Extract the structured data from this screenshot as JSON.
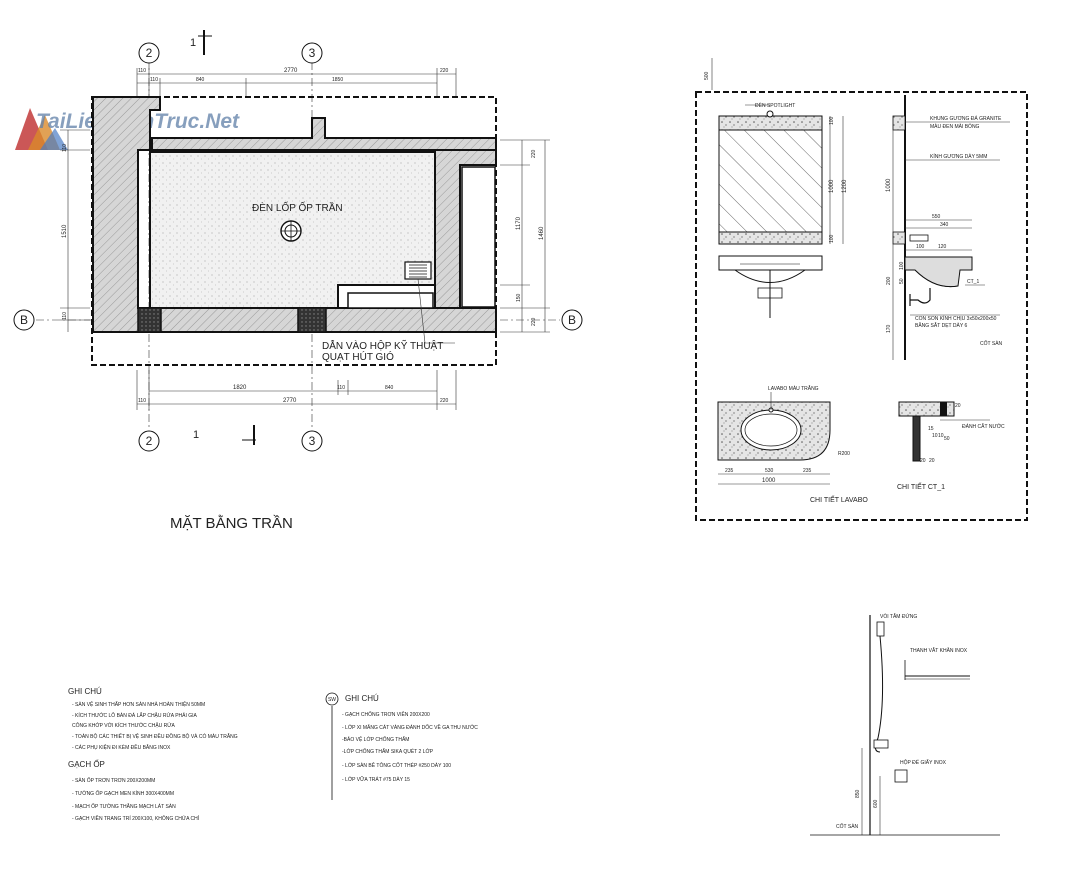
{
  "watermark": {
    "text": "TaiLieuKienTruc.Net"
  },
  "plan": {
    "title": "MẶT BẰNG TRẦN",
    "grid_2": "2",
    "grid_3": "3",
    "grid_b": "B",
    "cut_1": "1",
    "cut_1_bottom": "1",
    "dim_top": [
      "110",
      "2770",
      "220"
    ],
    "dim_top_inner": [
      "110",
      "840",
      "1850"
    ],
    "dim_bottom": [
      "1820",
      "110",
      "840"
    ],
    "dim_bottom_total": [
      "110",
      "2770",
      "220"
    ],
    "dim_left": [
      "110",
      "1510",
      "110"
    ],
    "dim_right": [
      "220",
      "1170",
      "1460",
      "150",
      "220"
    ],
    "label_light": "ĐÈN LỐP ỐP TRẦN",
    "label_duct_1": "DẪN VÀO HỘP KỸ THUẬT",
    "label_duct_2": "QUẠT HÚT GIÓ"
  },
  "detail": {
    "dim_top": "500",
    "label_spot": "ĐÈN SPOTLIGHT",
    "mirror_dims": [
      "1000",
      "1200",
      "100",
      "100"
    ],
    "label_frame_1": "KHUNG GƯƠNG ĐÁ GRANITE",
    "label_frame_2": "MÀU ĐEN MÀI BÓNG",
    "label_glass": "KÍNH GƯƠNG DÀY 5MM",
    "side_dims": [
      "1000",
      "170",
      "200",
      "50",
      "100"
    ],
    "top_dims": [
      "550",
      "340",
      "120",
      "100"
    ],
    "label_ct": "CT_1",
    "label_tile_1": "CON SON KÍNH CHỊU 3x50x200x50",
    "label_tile_2": "BẰNG SẮT DẸT DÀY 6",
    "label_floor": "CỐT SÀN",
    "label_lavabo": "LAVABO MÀU TRẮNG",
    "lavabo_dims": [
      "235",
      "530",
      "235",
      "1000"
    ],
    "radius": "R200",
    "title_lavabo": "CHI TIẾT LAVABO",
    "ct1_label": "ĐÁNH CẮT NƯỚC",
    "ct1_dims": [
      "20",
      "15",
      "50",
      "10",
      "10",
      "20",
      "20"
    ],
    "title_ct1": "CHI TIẾT CT_1"
  },
  "notes": {
    "title": "GHI CHÚ",
    "items": [
      "- SÀN VỆ SINH THẤP HƠN SÀN NHÀ HOÀN THIỆN 50MM",
      "- KÍCH THƯỚC LỖ BÀN ĐÁ LẮP CHẬU RỬA PHẢI GIA",
      "  CÔNG KHỚP VỚI KÍCH THƯỚC CHẬU RỬA",
      "- TOÀN BỘ CÁC THIẾT BỊ VỆ SINH ĐỀU ĐỒNG BỘ VÀ CÓ MÀU TRẮNG",
      "- CÁC PHỤ KIỆN ĐI KÈM ĐỀU BẰNG INOX"
    ],
    "tile_title": "GẠCH ỐP",
    "tile_items": [
      "- SÀN ỐP TRƠN TRƠN 200X200MM",
      "- TƯỜNG ỐP GẠCH MEN KÍNH 300X400MM",
      "- MẠCH ỐP TƯỜNG THẲNG MẠCH LÁT SÀN",
      "- GẠCH VIỀN TRANG TRÍ 200X100, KHÔNG CHỨA CHỈ"
    ],
    "sw_badge": "SW",
    "sw_title": "GHI CHÚ",
    "sw_items": [
      "- GẠCH CHỐNG TRƠN VIÊN 200X200",
      "- LỚP XI MĂNG CÁT VÀNG ĐÁNH DỐC VỀ GA THU NƯỚC",
      "-BẢO VỆ LỚP CHỐNG THẤM",
      "-LỚP CHỐNG THẤM SIKA QUÉT 2 LỚP",
      "- LỚP SÀN BÊ TÔNG CỐT THÉP #250 DÀY 100",
      "- LỚP VỮA TRÁT #75 DÀY 15"
    ]
  },
  "shower": {
    "label_shower": "VÒI TẮM ĐỨNG",
    "label_towel": "THANH VẮT KHĂN INOX",
    "label_paper": "HỘP ĐỂ GIẤY INOX",
    "dims": [
      "850",
      "600"
    ],
    "label_floor": "CỐT SÀN"
  }
}
